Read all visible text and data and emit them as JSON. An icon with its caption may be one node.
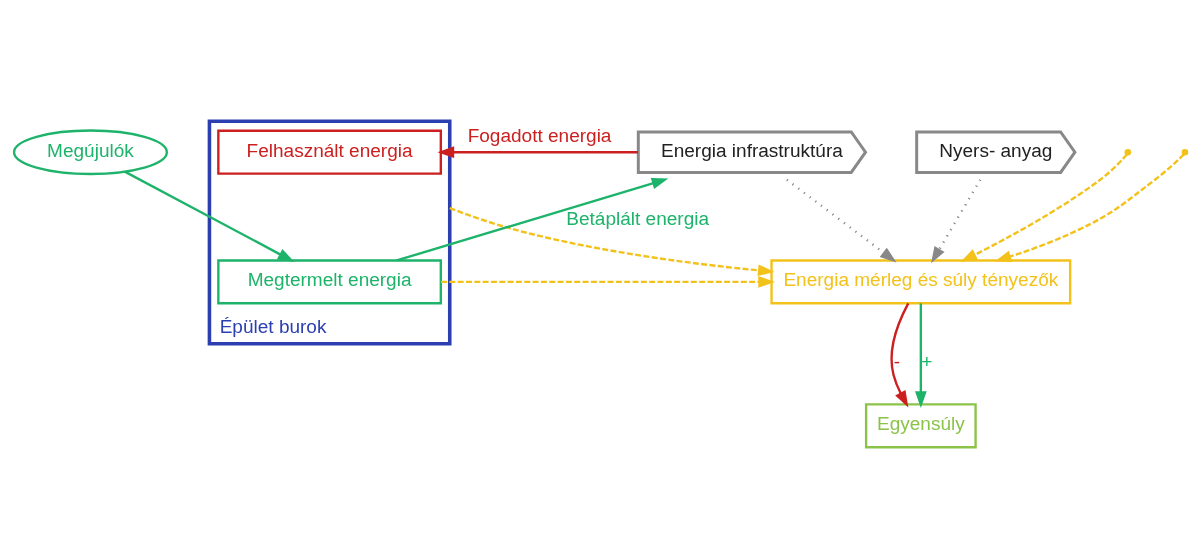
{
  "diagram": {
    "nodes": [
      {
        "text": [
          "Megújulók"
        ]
      },
      {
        "text": [
          "Épület burok"
        ]
      },
      {
        "text": [
          "Felhasznált energia"
        ],
        "in": 1
      },
      {
        "text": [
          "Megtermelt energia"
        ],
        "in": 1
      },
      {
        "text": [
          "Energia infrastruktúra"
        ]
      },
      {
        "text": [
          "Nyers- anyag"
        ]
      },
      {
        "text": [
          "Energia mérleg és súly tényezők"
        ]
      },
      {
        "text": [
          "Egyensúly"
        ]
      }
    ],
    "edges": [
      {
        "from": 0,
        "to": 3,
        "arrow": "to",
        "color": "#1db36a"
      },
      {
        "from": 4,
        "to": 2,
        "arrow": "to",
        "label": "Fogadott energia",
        "color": "#cc1f1f"
      },
      {
        "from": 3,
        "to": 4,
        "arrow": "to",
        "label": "Betáplált energia",
        "color": "#1db36a"
      },
      {
        "from": 1,
        "to": 6,
        "arrow": "to",
        "style": "dashed"
      },
      {
        "from": 3,
        "to": 6,
        "arrow": "to",
        "style": "dashed"
      },
      {
        "from": null,
        "to": 6,
        "arrow": "to",
        "style": "dashed"
      },
      {
        "from": null,
        "to": 6,
        "arrow": "to",
        "style": "dashed"
      },
      {
        "from": 4,
        "to": 6,
        "arrow": "to",
        "style": "dashed",
        "color": "#888888"
      },
      {
        "from": 5,
        "to": 6,
        "arrow": "to",
        "style": "dashed",
        "color": "#888888"
      },
      {
        "from": 6,
        "to": 7,
        "arrow": "to",
        "label": "-",
        "color": "#cc1f1f"
      },
      {
        "from": 6,
        "to": 7,
        "arrow": "to",
        "label": "+",
        "color": "#1db36a"
      }
    ]
  }
}
